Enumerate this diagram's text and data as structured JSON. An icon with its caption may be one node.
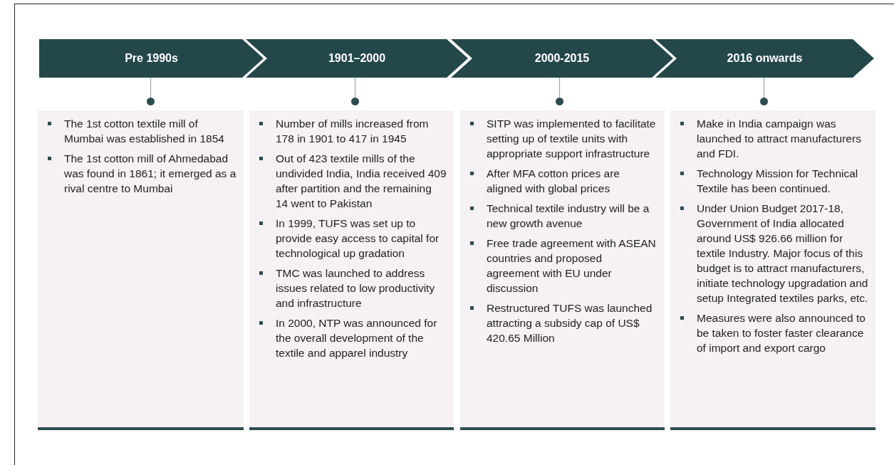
{
  "diagram": {
    "nodes": [
      {
        "text": [
          "Pre 1990s"
        ]
      },
      {
        "text": [
          "1901–2000"
        ]
      },
      {
        "text": [
          "2000-2015"
        ]
      },
      {
        "text": [
          "2016 onwards"
        ]
      },
      {
        "text": [],
        "shape": "circle"
      },
      {
        "text": [],
        "shape": "circle"
      },
      {
        "text": [],
        "shape": "circle"
      },
      {
        "text": [],
        "shape": "circle"
      },
      {
        "text": [
          "The 1st cotton textile mill of Mumbai was established in 1854",
          "The 1st cotton mill of Ahmedabad was found in 1861; it emerged as a rival centre to Mumbai"
        ]
      },
      {
        "text": [
          "Number of mills increased from 178 in 1901 to 417 in 1945",
          "Out of 423 textile mills of the undivided India, India received 409 after partition and the remaining 14 went to Pakistan",
          "In 1999, TUFS was set up to provide easy access to capital for technological up gradation",
          "TMC was launched to address issues related to low productivity and infrastructure",
          "In 2000, NTP was announced for the overall development of the textile and apparel industry"
        ]
      },
      {
        "text": [
          "SITP was implemented to facilitate setting up of textile units with appropriate support infrastructure",
          "After MFA cotton prices are aligned with global prices",
          "Technical textile industry will be a new growth avenue",
          "Free trade agreement with ASEAN countries and proposed agreement with EU under discussion",
          "Restructured TUFS was launched attracting a subsidy cap of US$ 420.65 Million"
        ]
      },
      {
        "text": [
          "Make in India campaign was launched to attract manufacturers and FDI.",
          "Technology Mission for Technical Textile has been continued.",
          "Under Union Budget 2017-18, Government of India allocated around US$ 926.66 million for textile Industry. Major focus of this budget is to attract manufacturers, initiate technology upgradation and setup Integrated textiles parks, etc.",
          "Measures were also announced to be taken to foster faster clearance of import and export cargo"
        ]
      }
    ],
    "edges": [
      {
        "from": 0,
        "to": 4,
        "arrow": "none"
      },
      {
        "from": 1,
        "to": 5,
        "arrow": "none"
      },
      {
        "from": 2,
        "to": 6,
        "arrow": "none"
      },
      {
        "from": 3,
        "to": 7,
        "arrow": "none"
      }
    ]
  }
}
